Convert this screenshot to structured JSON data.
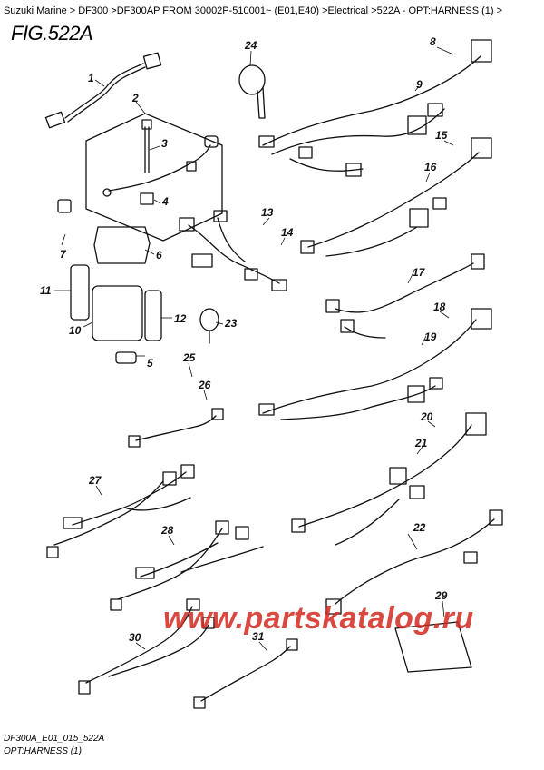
{
  "breadcrumb": "Suzuki Marine > DF300 >DF300AP FROM 30002P-510001~ (E01,E40) >Electrical >522A - OPT:HARNESS (1) >",
  "figure_title": "FIG.522A",
  "footer_code": "DF300A_E01_015_522A",
  "footer_caption": "OPT:HARNESS (1)",
  "watermark": "www.partskatalog.ru",
  "callouts": [
    "1",
    "2",
    "3",
    "4",
    "5",
    "6",
    "7",
    "8",
    "9",
    "10",
    "11",
    "12",
    "13",
    "14",
    "15",
    "16",
    "17",
    "18",
    "19",
    "20",
    "21",
    "22",
    "23",
    "24",
    "25",
    "26",
    "27",
    "28",
    "29",
    "30",
    "31"
  ]
}
